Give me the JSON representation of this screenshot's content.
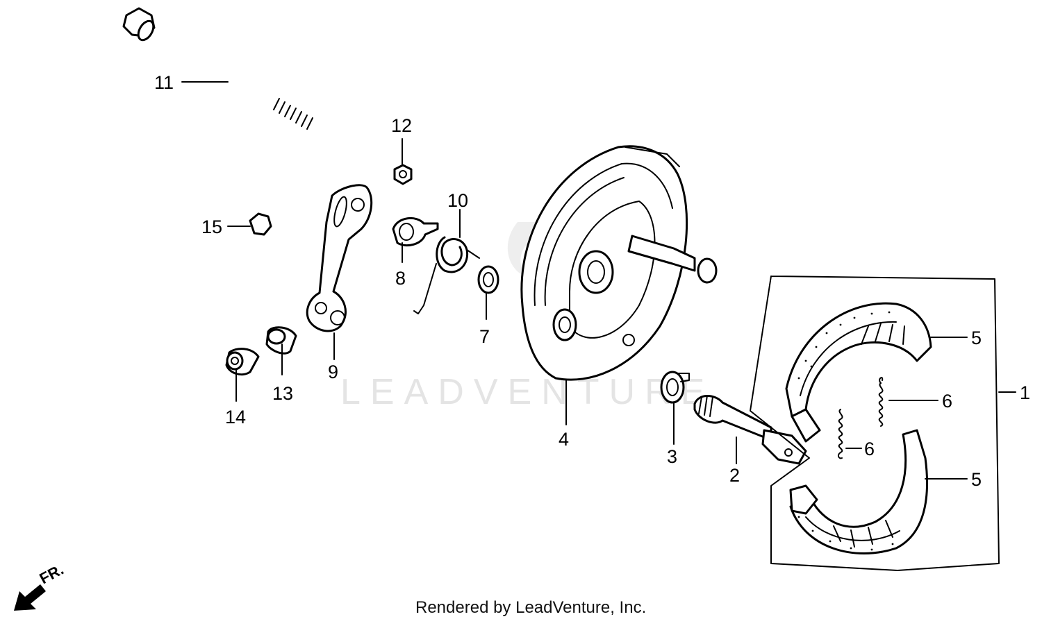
{
  "watermark": "LEADVENTURE",
  "footer": "Rendered by LeadVenture, Inc.",
  "direction_marker": "FR.",
  "callouts": {
    "c1": "1",
    "c2": "2",
    "c3": "3",
    "c4": "4",
    "c5a": "5",
    "c5b": "5",
    "c6a": "6",
    "c6b": "6",
    "c7": "7",
    "c8": "8",
    "c9": "9",
    "c10": "10",
    "c11": "11",
    "c12": "12",
    "c13": "13",
    "c14": "14",
    "c15": "15"
  }
}
